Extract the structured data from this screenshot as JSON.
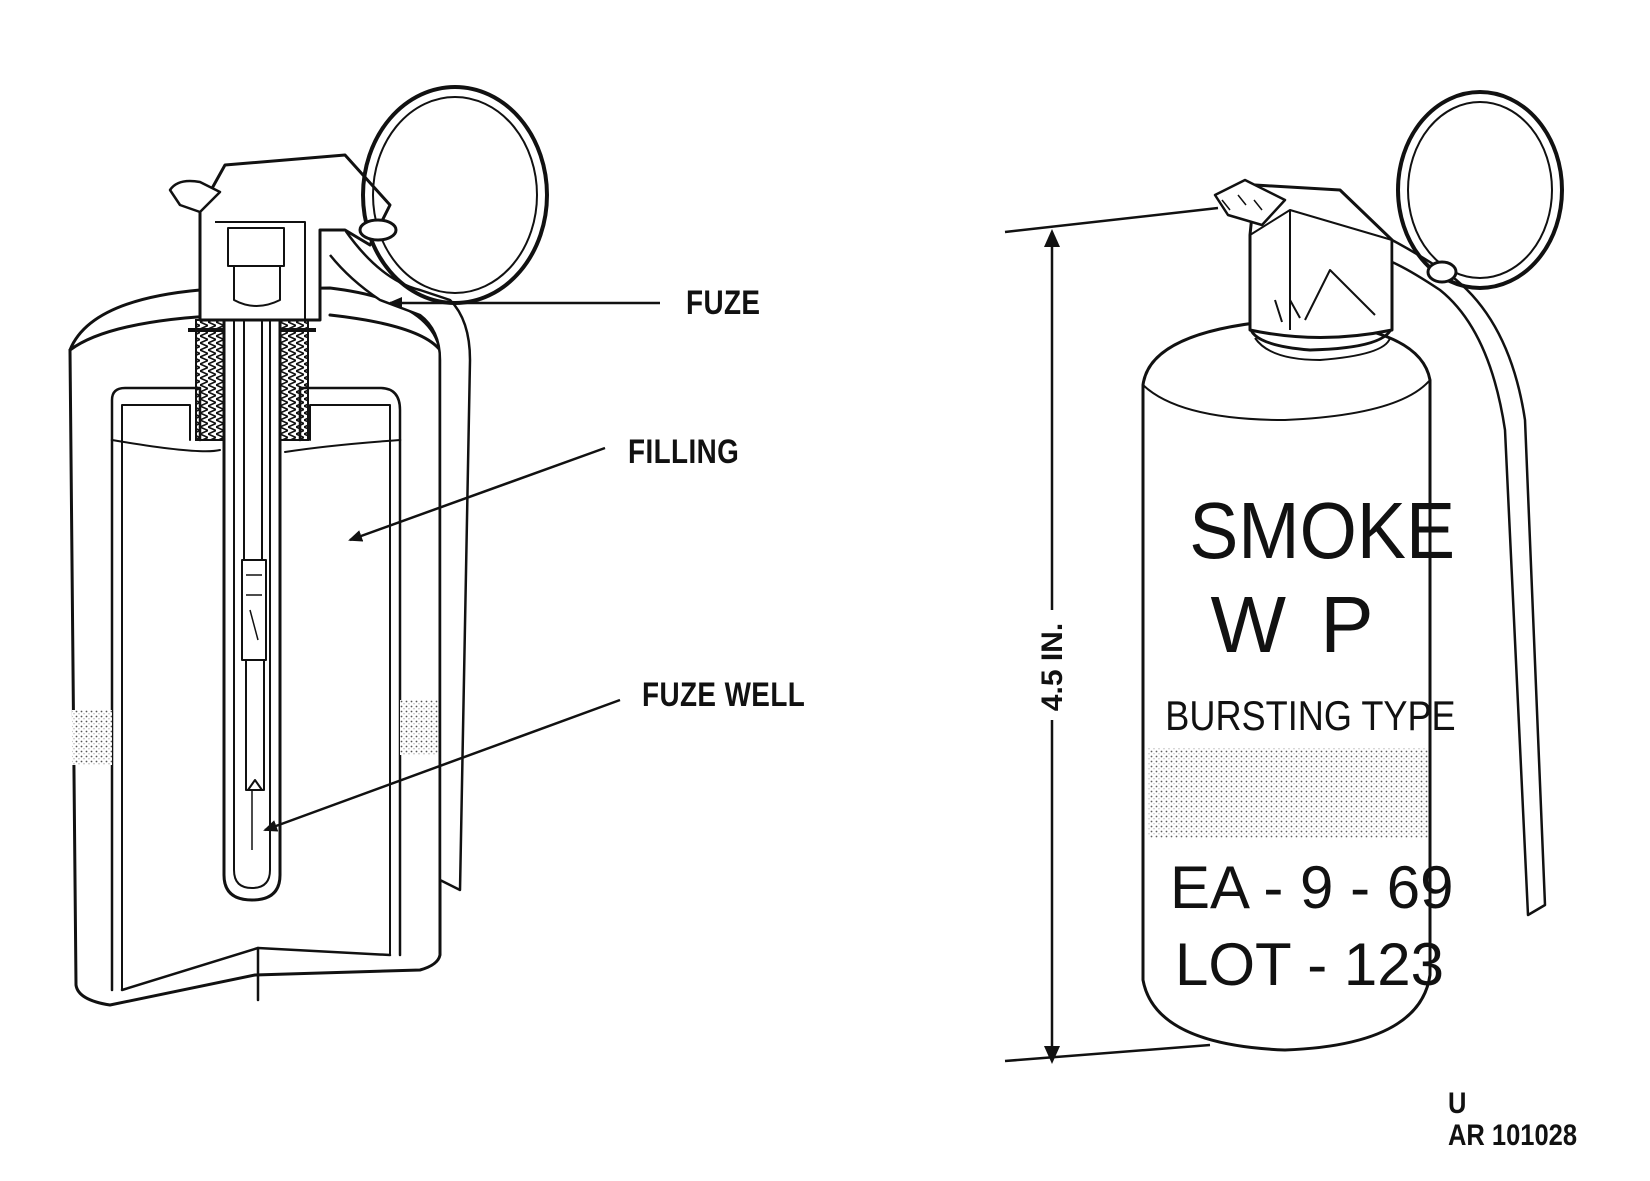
{
  "callouts": {
    "fuze": "FUZE",
    "filling": "FILLING",
    "fuze_well": "FUZE WELL"
  },
  "body_marking": {
    "line1": "SMOKE",
    "line2": "W P",
    "line3": "BURSTING TYPE",
    "line4": "EA - 9 - 69",
    "line5": "LOT - 123"
  },
  "dimension": {
    "height_label": "4.5 IN."
  },
  "figure_id": {
    "line1": "U",
    "line2": "AR 101028"
  }
}
